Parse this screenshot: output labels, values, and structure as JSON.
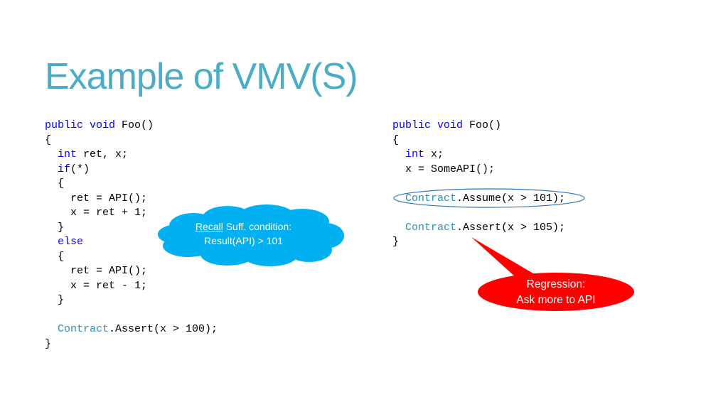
{
  "slide": {
    "title": "Example of VMV(S)"
  },
  "left_code": {
    "lines": [
      [
        {
          "t": "public void",
          "c": "kw"
        },
        {
          "t": " Foo()"
        }
      ],
      [
        {
          "t": "{"
        }
      ],
      [
        {
          "t": "  "
        },
        {
          "t": "int",
          "c": "kw"
        },
        {
          "t": " ret, x;"
        }
      ],
      [
        {
          "t": "  "
        },
        {
          "t": "if",
          "c": "kw"
        },
        {
          "t": "(*)"
        }
      ],
      [
        {
          "t": "  {"
        }
      ],
      [
        {
          "t": "    ret = API();"
        }
      ],
      [
        {
          "t": "    x = ret + 1;"
        }
      ],
      [
        {
          "t": "  }"
        }
      ],
      [
        {
          "t": "  "
        },
        {
          "t": "else",
          "c": "kw"
        }
      ],
      [
        {
          "t": "  {"
        }
      ],
      [
        {
          "t": "    ret = API();"
        }
      ],
      [
        {
          "t": "    x = ret - 1;"
        }
      ],
      [
        {
          "t": "  }"
        }
      ],
      [
        {
          "t": ""
        }
      ],
      [
        {
          "t": "  "
        },
        {
          "t": "Contract",
          "c": "ty"
        },
        {
          "t": ".Assert(x > 100);"
        }
      ],
      [
        {
          "t": "}"
        }
      ]
    ]
  },
  "right_code": {
    "lines": [
      [
        {
          "t": "public void",
          "c": "kw"
        },
        {
          "t": " Foo()"
        }
      ],
      [
        {
          "t": "{"
        }
      ],
      [
        {
          "t": "  "
        },
        {
          "t": "int",
          "c": "kw"
        },
        {
          "t": " x;"
        }
      ],
      [
        {
          "t": "  x = SomeAPI();"
        }
      ],
      [
        {
          "t": ""
        }
      ],
      [
        {
          "t": "  "
        },
        {
          "t": "Contract",
          "c": "ty"
        },
        {
          "t": ".Assume(x > 101);"
        }
      ],
      [
        {
          "t": ""
        }
      ],
      [
        {
          "t": "  "
        },
        {
          "t": "Contract",
          "c": "ty"
        },
        {
          "t": ".Assert(x > 105);"
        }
      ],
      [
        {
          "t": "}"
        }
      ]
    ]
  },
  "cloud": {
    "recall_word": "Recall",
    "rest_line1": " Suff. condition:",
    "line2": "Result(API) > 101",
    "fill": "#00b0f0"
  },
  "callout": {
    "line1": "Regression:",
    "line2": "Ask more to API",
    "fill": "#ff0000"
  },
  "colors": {
    "title": "#4bacc6",
    "keyword": "#0000ff",
    "type": "#2b91af",
    "oval": "#2e75b6"
  }
}
